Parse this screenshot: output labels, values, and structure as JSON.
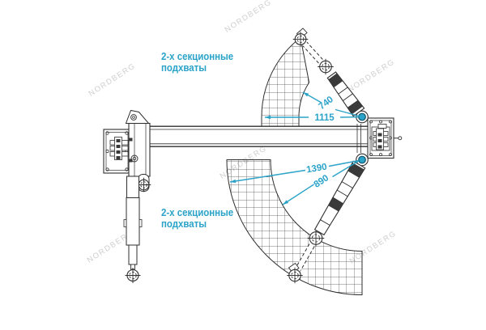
{
  "drawing": {
    "notes": {
      "upper_line1": "2-х секционные",
      "upper_line2": "подхваты",
      "lower_line1": "2-х секционные",
      "lower_line2": "подхваты"
    },
    "dimensions": {
      "short_arm_retracted": "740",
      "short_arm_extended": "1115",
      "long_arm_extended": "1390",
      "long_arm_retracted": "890"
    },
    "watermark_text": "NORDBERG",
    "colors": {
      "accent": "#2BA3C9",
      "line": "#2F2F2F",
      "watermark": "#C7C7C7"
    }
  }
}
